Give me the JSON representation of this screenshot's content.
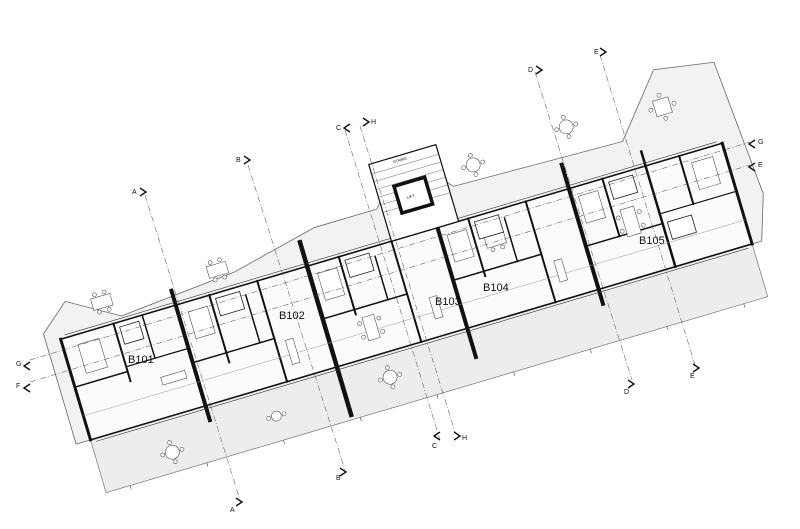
{
  "drawing": {
    "units": [
      "B101",
      "B102",
      "B103",
      "B104",
      "B105"
    ],
    "core": {
      "stairs_label": "STAIRS",
      "lift_label": "LIFT"
    },
    "grid_markers": [
      "A",
      "B",
      "C",
      "D",
      "E",
      "F",
      "G",
      "H"
    ]
  },
  "colors": {
    "ink": "#111111",
    "outline": "#555555",
    "terrace_fill": "#ececec",
    "background": "#ffffff"
  },
  "icons": [
    "section-marker-icon",
    "dining-table-icon",
    "sofa-icon",
    "bed-icon"
  ]
}
